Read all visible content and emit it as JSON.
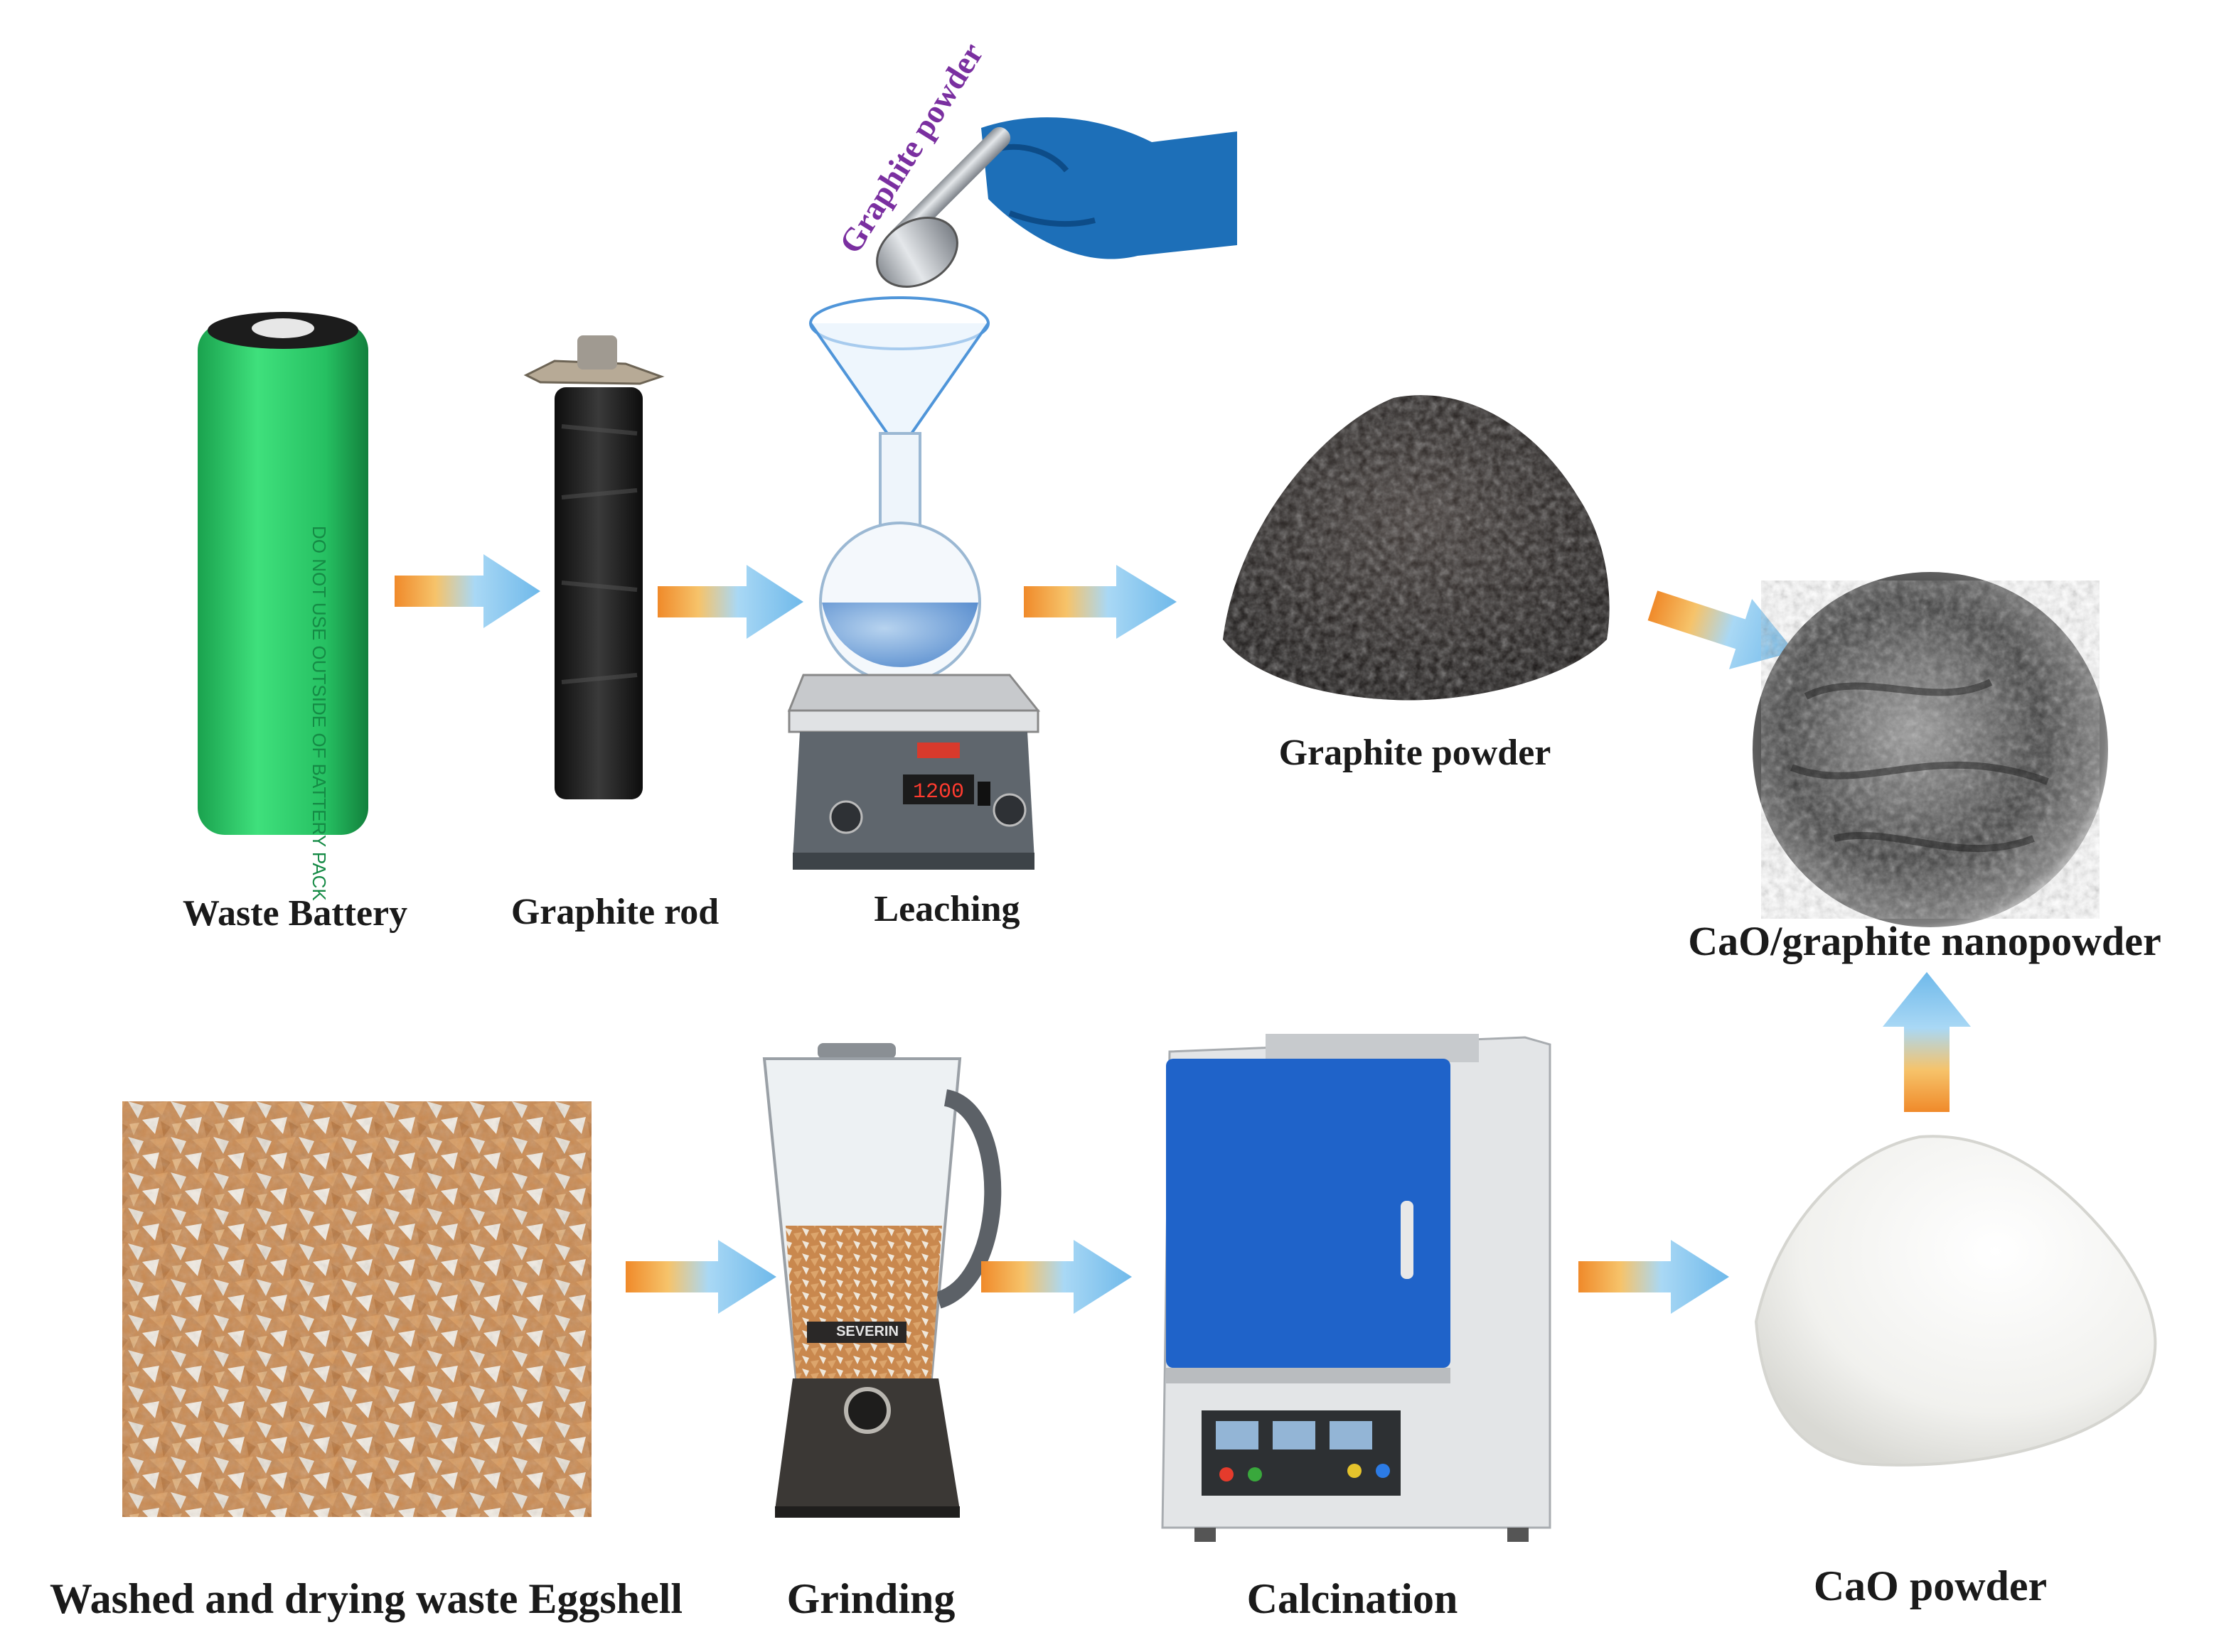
{
  "labels": {
    "waste_battery": "Waste Battery",
    "graphite_rod": "Graphite  rod",
    "leaching": "Leaching",
    "graphite_powder": "Graphite  powder",
    "graphite_powder_spoon": "Graphite powder",
    "cao_graphite": "CaO/graphite nanopowder",
    "eggshell": "Washed and drying waste Eggshell",
    "grinding": "Grinding",
    "calcination": "Calcination",
    "cao_powder": "CaO powder"
  },
  "device_text": {
    "hotplate_display": "1200",
    "blender_brand": "SEVERIN"
  },
  "colors": {
    "battery_green": "#2fd36a",
    "furnace_blue": "#1f63c9",
    "arrow_start": "#f39a3c",
    "arrow_end": "#7cc2ee",
    "glove_blue": "#1d6fb8",
    "label_purple": "#7a2fa0"
  }
}
